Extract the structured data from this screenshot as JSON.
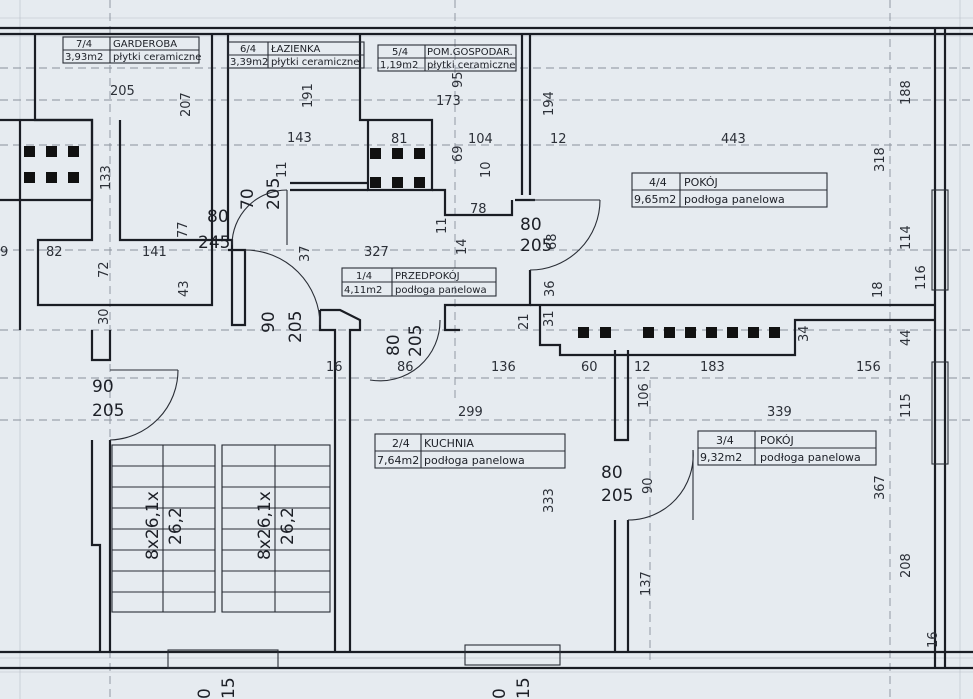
{
  "rooms": [
    {
      "num": "7/4",
      "name": "GARDEROBA",
      "area": "3,93m2",
      "floor": "płytki ceramiczne"
    },
    {
      "num": "6/4",
      "name": "ŁAZIENKA",
      "area": "3,39m2",
      "floor": "płytki ceramiczne"
    },
    {
      "num": "5/4",
      "name": "POM.GOSPODAR.",
      "area": "1,19m2",
      "floor": "płytki ceramiczne"
    },
    {
      "num": "4/4",
      "name": "POKÓJ",
      "area": "9,65m2",
      "floor": "podłoga panelowa"
    },
    {
      "num": "1/4",
      "name": "PRZEDPOKÓJ",
      "area": "4,11m2",
      "floor": "podłoga panelowa"
    },
    {
      "num": "2/4",
      "name": "KUCHNIA",
      "area": "7,64m2",
      "floor": "podłoga panelowa"
    },
    {
      "num": "3/4",
      "name": "POKÓJ",
      "area": "9,32m2",
      "floor": "podłoga panelowa"
    }
  ],
  "dimensions": {
    "d205": "205",
    "d207": "207",
    "d191": "191",
    "d173": "173",
    "d95": "95",
    "d194": "194",
    "d188": "188",
    "d143": "143",
    "d81": "81",
    "d104": "104",
    "d12a": "12",
    "d443": "443",
    "d318": "318",
    "d133": "133",
    "d69": "69",
    "d10": "10",
    "d11a": "11",
    "d78": "78",
    "d80a": "80",
    "d70": "70",
    "d205b": "205",
    "d245": "245",
    "d77": "77",
    "d80b": "80",
    "d205c": "205",
    "d68": "68",
    "d114": "114",
    "d116": "116",
    "d9": "9",
    "d82": "82",
    "d141": "141",
    "d327": "327",
    "d37": "37",
    "d11b": "11",
    "d14": "14",
    "d72": "72",
    "d43": "43",
    "d36": "36",
    "d18": "18",
    "d30": "30",
    "d21": "21",
    "d31": "31",
    "d34": "34",
    "d44": "44",
    "d90a": "90",
    "d205d": "205",
    "d80c": "80",
    "d205e": "205",
    "d16a": "16",
    "d86": "86",
    "d136": "136",
    "d60": "60",
    "d12b": "12",
    "d183": "183",
    "d156": "156",
    "d90b": "90",
    "d205f": "205",
    "d106": "106",
    "d299": "299",
    "d339": "339",
    "d115": "115",
    "d80d": "80",
    "d205g": "205",
    "d90c": "90",
    "d333": "333",
    "d367": "367",
    "d137": "137",
    "d208": "208",
    "d16b": "16",
    "b0a": "0",
    "b15a": "15",
    "b0b": "0",
    "b15b": "15"
  },
  "stairs": [
    {
      "line1": "8x26,1x",
      "line2": "26,2"
    },
    {
      "line1": "8x26,1x",
      "line2": "26,2"
    }
  ]
}
